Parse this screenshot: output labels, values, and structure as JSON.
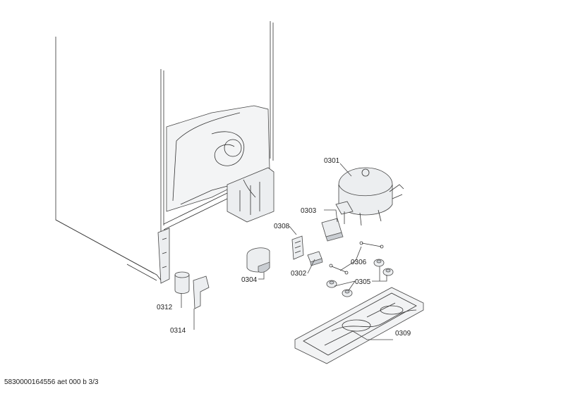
{
  "labels": {
    "p0301": "0301",
    "p0302": "0302",
    "p0303": "0303",
    "p0304": "0304",
    "p0305": "0305",
    "p0306": "0306",
    "p0308": "0308",
    "p0309": "0309",
    "p0312": "0312",
    "p0314": "0314"
  },
  "footer": "5830000164556 aet 000 b 3/3"
}
